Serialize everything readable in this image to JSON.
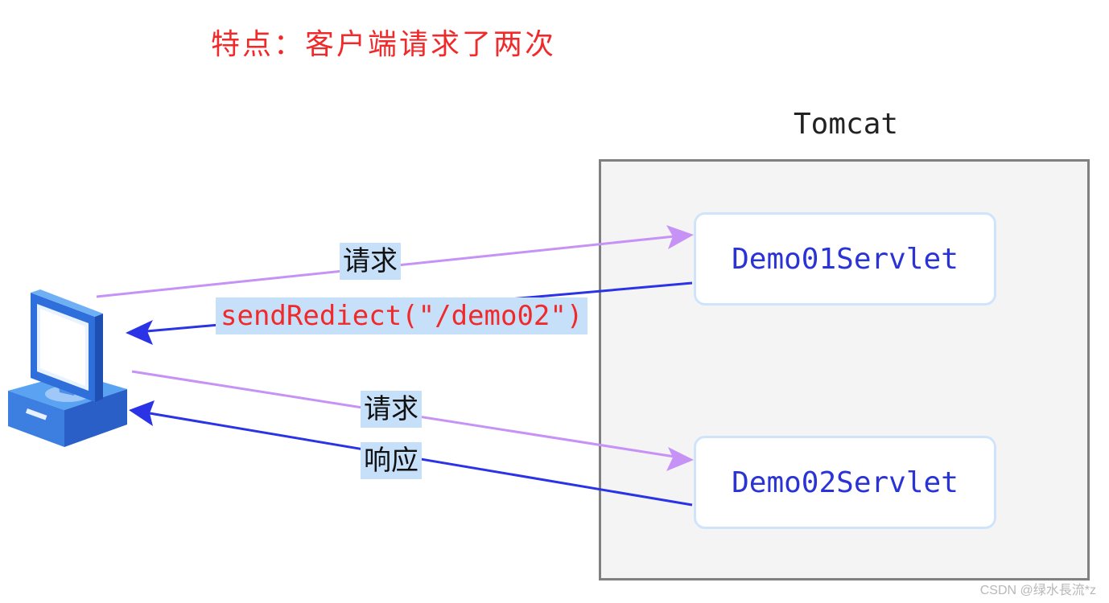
{
  "title": "特点：客户端请求了两次",
  "tomcat": {
    "label": "Tomcat",
    "servlets": [
      "Demo01Servlet",
      "Demo02Servlet"
    ]
  },
  "arrows": {
    "request1": "请求",
    "redirect": "sendRediect(\"/demo02\")",
    "request2": "请求",
    "response": "响应"
  },
  "colors": {
    "title": "#f02a2a",
    "request_arrow": "#c792f5",
    "response_arrow": "#2a33e6",
    "servlet_text": "#2a33d6",
    "label_bg": "#c7e0fa"
  },
  "watermark": "CSDN @绿水長流*z"
}
